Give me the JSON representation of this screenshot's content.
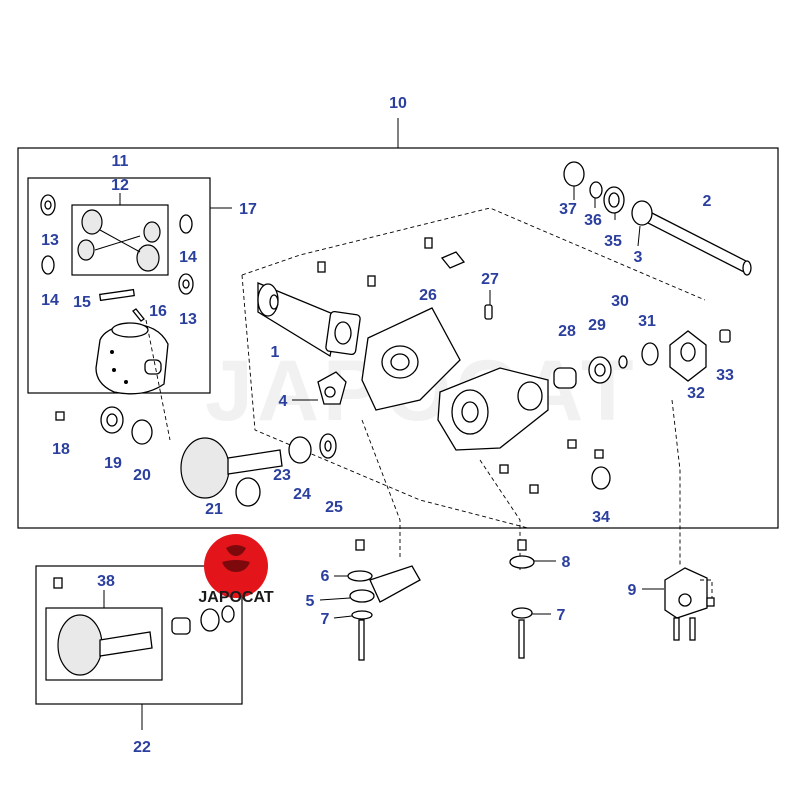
{
  "watermark": "JAPOCAT",
  "logo": {
    "text": "JAPOCAT",
    "badge_color": "#e3151b"
  },
  "label_color": "#2b3f9e",
  "callouts": {
    "n10": "10",
    "n11": "11",
    "n12": "12",
    "n13a": "13",
    "n13b": "13",
    "n14a": "14",
    "n14b": "14",
    "n15": "15",
    "n16": "16",
    "n17": "17",
    "n37": "37",
    "n36": "36",
    "n35": "35",
    "n2": "2",
    "n3": "3",
    "n27": "27",
    "n26": "26",
    "n1": "1",
    "n4": "4",
    "n28": "28",
    "n29": "29",
    "n30": "30",
    "n31": "31",
    "n32": "32",
    "n33": "33",
    "n18": "18",
    "n19": "19",
    "n20": "20",
    "n23": "23",
    "n24": "24",
    "n25": "25",
    "n21": "21",
    "n34": "34",
    "n38": "38",
    "n22": "22",
    "n6": "6",
    "n5": "5",
    "n7a": "7",
    "n8": "8",
    "n7b": "7",
    "n9": "9"
  }
}
